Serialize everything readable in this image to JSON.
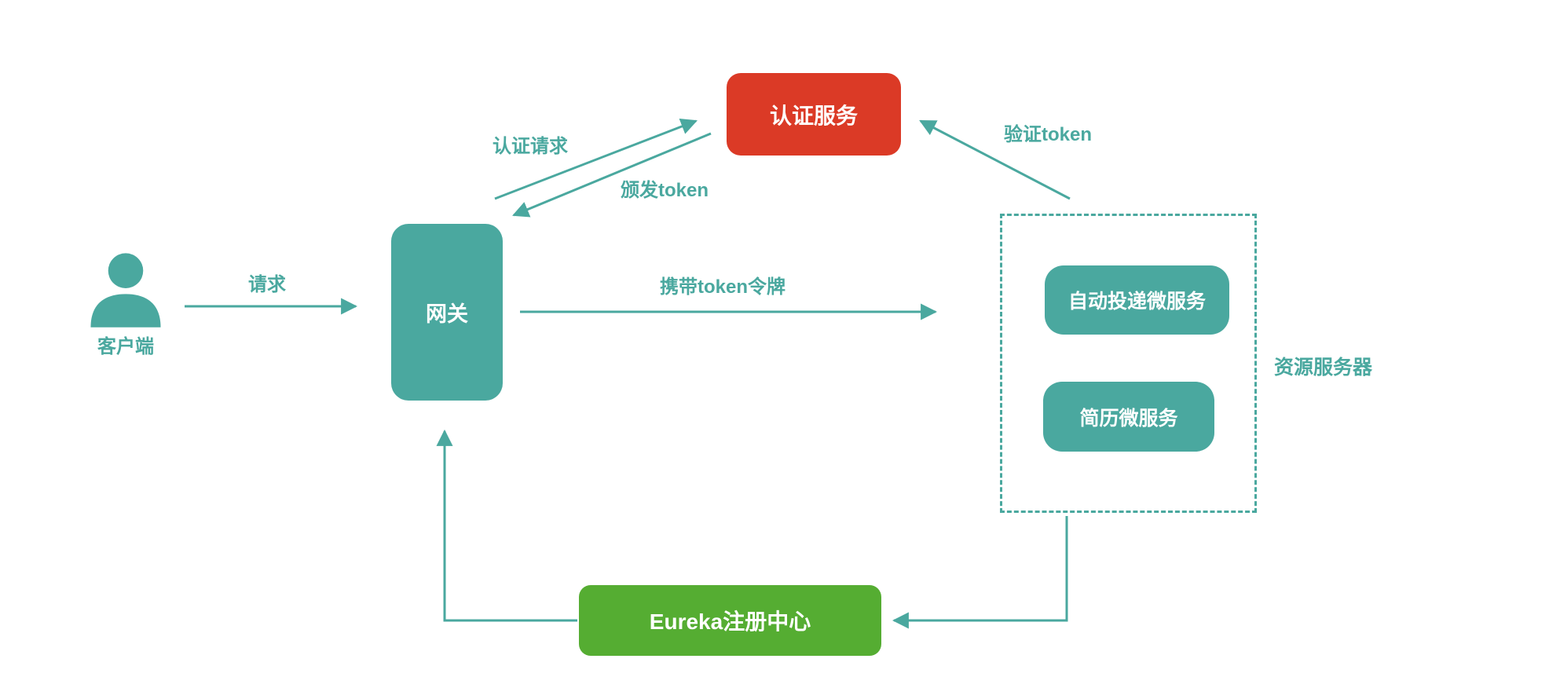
{
  "colors": {
    "teal": "#4aa89f",
    "red": "#db3a26",
    "green": "#55ad32",
    "node-text": "#ffffff",
    "bg": "#ffffff"
  },
  "nodes": {
    "client": {
      "label": "客户端"
    },
    "gateway": {
      "label": "网关"
    },
    "auth_service": {
      "label": "认证服务"
    },
    "auto_delivery_service": {
      "label": "自动投递微服务"
    },
    "resume_service": {
      "label": "简历微服务"
    },
    "resource_server": {
      "label": "资源服务器"
    },
    "eureka": {
      "label": "Eureka注册中心"
    }
  },
  "edges": {
    "request": {
      "label": "请求"
    },
    "auth_request": {
      "label": "认证请求"
    },
    "issue_token": {
      "label": "颁发token"
    },
    "verify_token": {
      "label": "验证token"
    },
    "carry_token": {
      "label": "携带token令牌"
    }
  },
  "icons": {
    "user": "user-silhouette-icon"
  }
}
